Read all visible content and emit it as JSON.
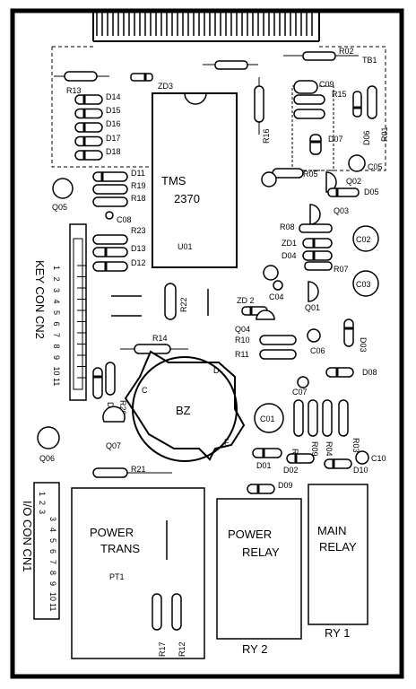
{
  "board": {
    "ic": {
      "brand": "TMS",
      "part": "2370",
      "ref": "U01"
    },
    "buzzer": {
      "label": "BZ",
      "pins": [
        "C",
        "D",
        "F"
      ]
    },
    "connectors": {
      "key": {
        "title": "KEY CON CN2",
        "pins": [
          "1",
          "2",
          "3",
          "4",
          "5",
          "6",
          "7",
          "8",
          "9",
          "10",
          "11"
        ]
      },
      "io": {
        "title": "I/O CON CN1",
        "pins_top": [
          "1",
          "2",
          "3",
          "4",
          "5",
          "6",
          "7",
          "8"
        ],
        "pins_bottom": [
          "3",
          "4",
          "5",
          "6",
          "7",
          "8",
          "9",
          "10",
          "11"
        ],
        "left_pins": [
          "1",
          "2",
          "3"
        ]
      }
    },
    "blocks": {
      "power_trans": {
        "line1": "POWER",
        "line2": "TRANS",
        "ref": "PT1"
      },
      "power_relay": {
        "line1": "POWER",
        "line2": "RELAY",
        "ref": "RY 2"
      },
      "main_relay": {
        "line1": "MAIN",
        "line2": "RELAY",
        "ref": "RY 1"
      }
    },
    "labels": {
      "tb1": "TB1",
      "r02": "R02",
      "r13": "R13",
      "zd3": "ZD3",
      "d14": "D14",
      "d15": "D15",
      "d16": "D16",
      "d17": "D17",
      "d18": "D18",
      "r16": "R16",
      "c09": "C09",
      "r15": "R15",
      "d06": "D06",
      "r01": "R01",
      "d07": "D07",
      "c05": "C05",
      "r05": "R05",
      "q02": "Q02",
      "d05": "D05",
      "d11": "D11",
      "r19": "R19",
      "r18": "R18",
      "q05": "Q05",
      "c08": "C08",
      "q03": "Q03",
      "r08": "R08",
      "c02": "C02",
      "zd1": "ZD1",
      "d04": "D04",
      "r23": "R23",
      "d13": "D13",
      "d12": "D12",
      "r07": "R07",
      "c03": "C03",
      "c04": "C04",
      "q01": "Q01",
      "zd2": "ZD 2",
      "r22": "R22",
      "q04": "Q04",
      "r10": "R10",
      "r11": "R11",
      "c06": "C06",
      "d03": "D03",
      "r14": "R14",
      "c07": "C07",
      "d08": "D08",
      "d19": "D19",
      "r20": "R20",
      "c01": "C01",
      "r06": "R06",
      "r09": "R09",
      "r04": "R04",
      "r03": "R03",
      "q07": "Q07",
      "q06": "Q06",
      "c10": "C10",
      "d01": "D01",
      "d02": "D02",
      "d10": "D10",
      "r21": "R21",
      "d09": "D09",
      "r17": "R17",
      "r12": "R12"
    }
  }
}
